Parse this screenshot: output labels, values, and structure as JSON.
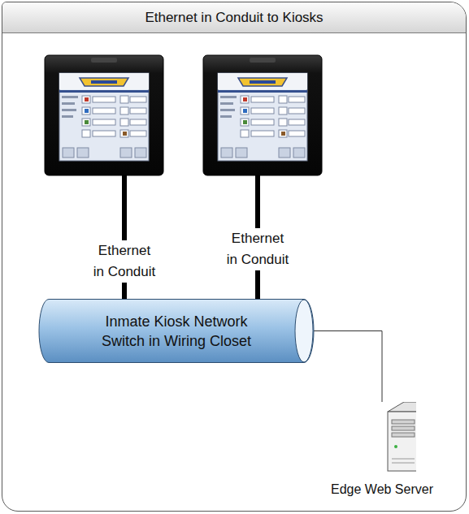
{
  "diagram": {
    "nodes": [
      {
        "text": [
          "Ethernet in Conduit to Kiosks"
        ]
      },
      {
        "text": [
          "Inmate Kiosk Network Switch in Wiring Closet"
        ],
        "in": 0
      },
      {
        "text": [
          "Edge Web Server"
        ],
        "in": 0
      }
    ],
    "edges": [
      {
        "from": 1,
        "to": 2,
        "arrow": "none"
      }
    ],
    "labels": [
      "Ethernet in Conduit",
      "Ethernet in Conduit"
    ]
  }
}
